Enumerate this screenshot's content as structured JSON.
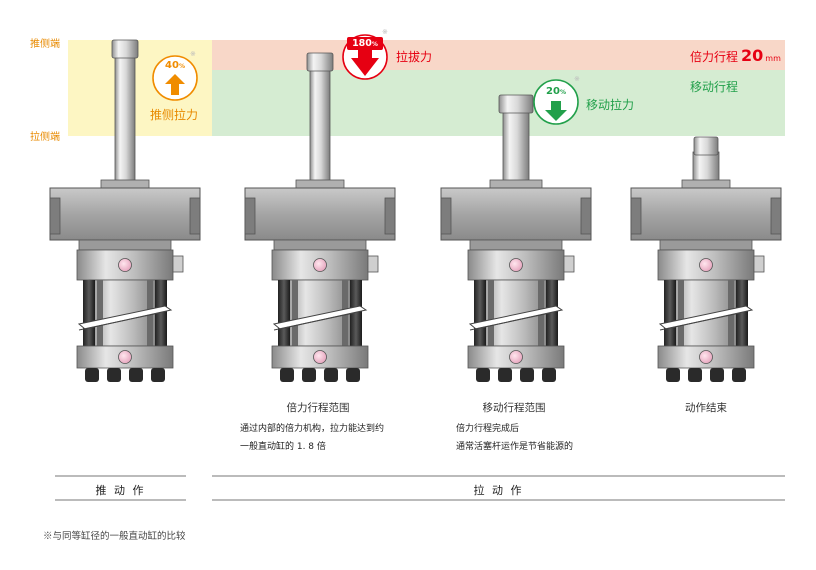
{
  "labels": {
    "push_end": "推侧端",
    "pull_end": "拉侧端",
    "pull_force": "拉拔力",
    "boost_stroke": "倍力行程",
    "boost_value": "20",
    "boost_unit": "mm",
    "move_stroke": "移动行程",
    "push_pull_force": "推侧拉力",
    "move_pull_force": "移动拉力",
    "mark": "※"
  },
  "badges": {
    "push": {
      "value": "40",
      "unit": "%",
      "direction": "up",
      "color": "#f08c00"
    },
    "pull": {
      "value": "180",
      "unit": "%",
      "direction": "down",
      "color": "#e60012"
    },
    "move": {
      "value": "20",
      "unit": "%",
      "direction": "down",
      "color": "#22a04b"
    }
  },
  "captions": {
    "stage2": "倍力行程范围",
    "stage3": "移动行程范围",
    "stage4": "动作结束"
  },
  "notes": {
    "stage2_line1": "通过内部的倍力机构，拉力能达到约",
    "stage2_line2": "一般直动缸的 1. 8 倍",
    "stage3_line1": "倍力行程完成后",
    "stage3_line2": "通常活塞杆运作是节省能源的"
  },
  "actions": {
    "push": "推 动 作",
    "pull": "拉 动 作"
  },
  "footnote": "※与同等缸径的一般直动缸的比较",
  "colors": {
    "yellow_band": "#fdf6c3",
    "red_band": "#f8d7c8",
    "green_band": "#d5ecd2",
    "orange_text": "#e88a00",
    "red_text": "#e60012",
    "green_text": "#22a04b"
  }
}
